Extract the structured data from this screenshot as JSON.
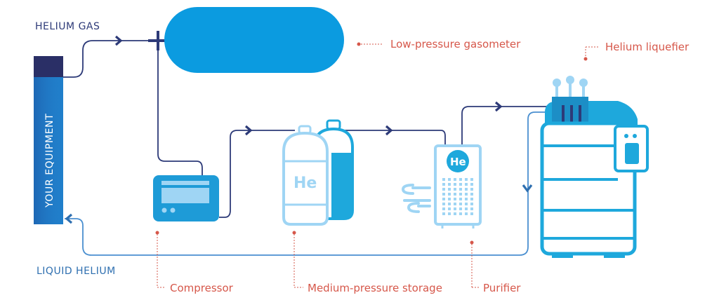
{
  "labels": {
    "helium_gas": "HELIUM GAS",
    "liquid_helium": "LIQUID HELIUM",
    "your_equipment": "YOUR EQUIPMENT",
    "gasometer": "Low-pressure gasometer",
    "liquefier": "Helium liquefier",
    "compressor": "Compressor",
    "storage": "Medium-pressure storage",
    "purifier": "Purifier",
    "he_storage": "He",
    "he_purifier": "He"
  },
  "colors": {
    "navy": "#2d3a78",
    "blue_line": "#4a8fd0",
    "tank_blue": "#0b9be0",
    "light_blue": "#9fd5f4",
    "mid_blue": "#1ea8dc",
    "equipment_dark": "#1d5aa8",
    "equipment_light": "#1e7cc8",
    "equipment_cap": "#2a2f66",
    "label_red": "#d6574a"
  }
}
